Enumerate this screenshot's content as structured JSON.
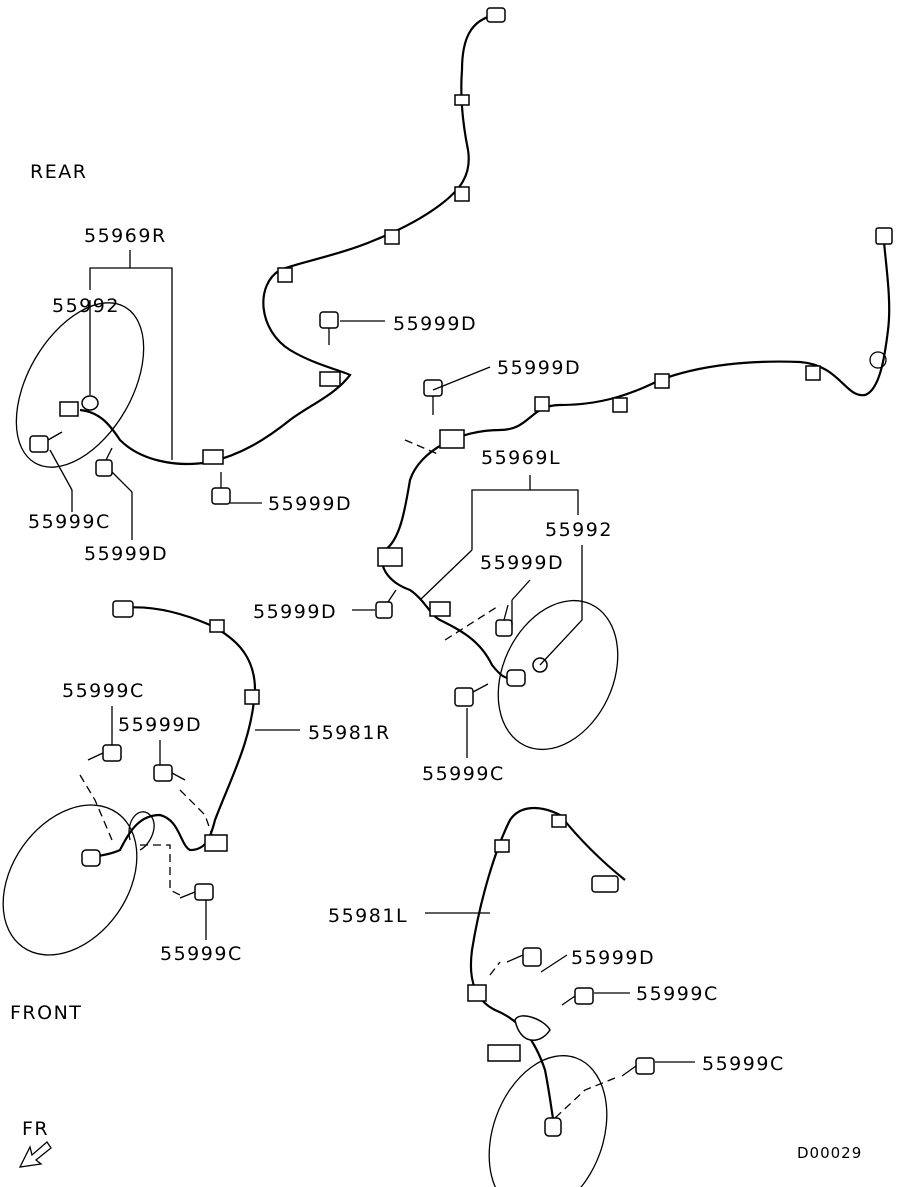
{
  "diagram": {
    "section_labels": {
      "rear": "REAR",
      "front": "FRONT",
      "direction": "FR",
      "code": "D00029"
    },
    "parts": {
      "rear_right_harness": "55969R",
      "rear_left_harness": "55969L",
      "front_right_harness": "55981R",
      "front_left_harness": "55981L",
      "o_ring_r": "55992",
      "o_ring_l": "55992",
      "bolt_d1": "55999D",
      "bolt_d2": "55999D",
      "bolt_d3": "55999D",
      "bolt_d4": "55999D",
      "bolt_d5": "55999D",
      "bolt_d6": "55999D",
      "bolt_d7": "55999D",
      "bolt_d8": "55999D",
      "bolt_c1": "55999C",
      "bolt_c2": "55999C",
      "bolt_c3": "55999C",
      "bolt_c4": "55999C",
      "bolt_c5": "55999C",
      "bolt_c6": "55999C"
    }
  }
}
